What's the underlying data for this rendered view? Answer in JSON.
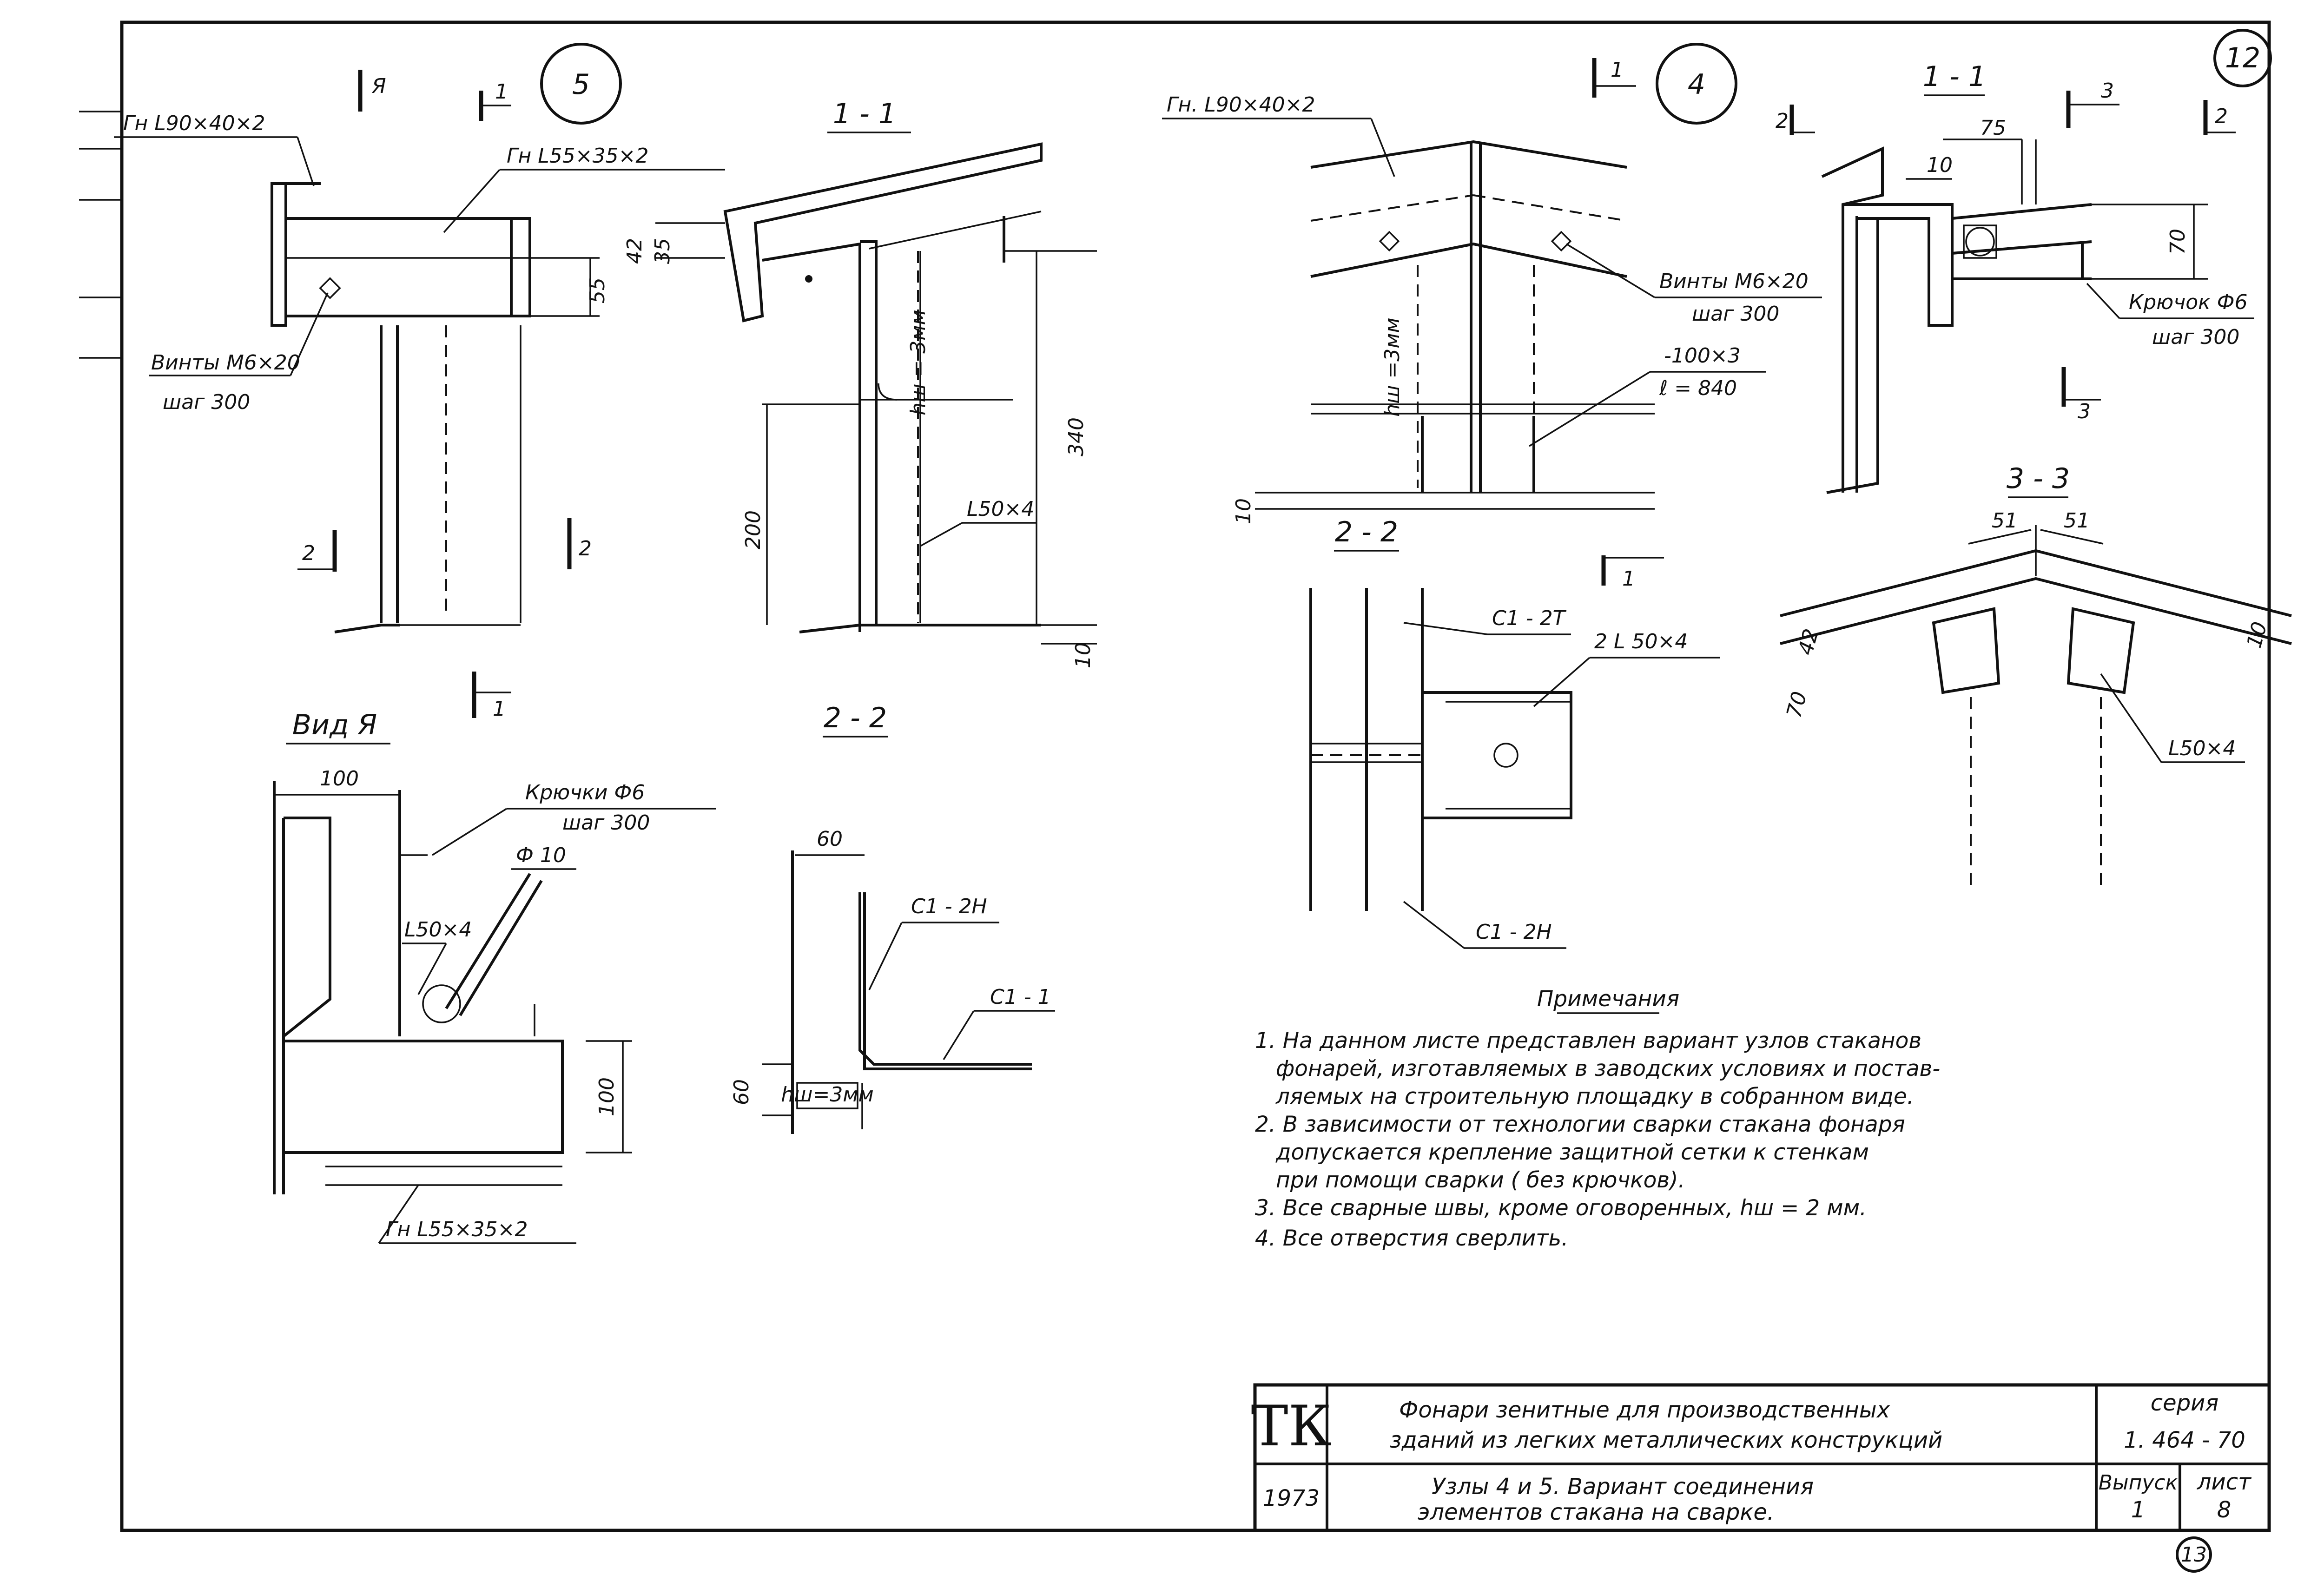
{
  "sheet_corner": "12",
  "sheet_bottom_mark": "13",
  "node5": {
    "number": "5",
    "cut_label": "1",
    "view_mark": "Я",
    "label_angle_top": "Гн L90×40×2",
    "label_angle_mid": "Гн L55×35×2",
    "label_screws": "Винты М6×20",
    "label_screws_step": "шаг 300",
    "dim_55": "55",
    "cut2_left": "2",
    "cut2_right": "2",
    "cut1_bottom": "1"
  },
  "section_1_1_left": {
    "title": "1 - 1",
    "dim_42": "42",
    "dim_35": "35",
    "dim_200": "200",
    "dim_340": "340",
    "dim_10": "10",
    "weld": "hш = 3мм",
    "angle": "L50×4"
  },
  "view_ya": {
    "title": "Вид Я",
    "dim_100_top": "100",
    "dim_100_right": "100",
    "hooks": "Крючки Ф6",
    "hooks_step": "шаг 300",
    "rod": "Ф 10",
    "angle": "L50×4",
    "bottom_angle": "Гн L55×35×2"
  },
  "section_2_2_left": {
    "title": "2 - 2",
    "dim_60_top": "60",
    "dim_60_side": "60",
    "weld_top": "С1 - 2Н",
    "weld_bottom": "С1 - 1",
    "weld_size": "hш=3мм"
  },
  "node4": {
    "number": "4",
    "cut_label": "1",
    "label_angle": "Гн. L90×40×2",
    "label_screws": "Винты М6×20",
    "label_screws_step": "шаг 300",
    "plate": "-100×3",
    "plate_len": "ℓ = 840",
    "weld": "hш =3мм",
    "dim_10": "10"
  },
  "section_1_1_right": {
    "title": "1 - 1",
    "cut_3": "3",
    "cut_2_left": "2",
    "cut_2_right": "2",
    "cut_3_bottom": "3",
    "dim_75": "75",
    "dim_10": "10",
    "dim_70": "70",
    "hook": "Крючок Ф6",
    "hook_step": "шаг 300"
  },
  "section_2_2_right": {
    "title": "2 - 2",
    "cut_1": "1",
    "weld_top": "С1 - 2Т",
    "angle": "2 L 50×4",
    "weld_bottom": "С1 - 2Н"
  },
  "section_3_3": {
    "title": "3 - 3",
    "dim_51_left": "51",
    "dim_51_right": "51",
    "dim_42": "42",
    "dim_70": "70",
    "dim_10": "10",
    "angle": "L50×4"
  },
  "notes": {
    "title": "Примечания",
    "lines": [
      "1. На данном листе представлен вариант узлов стаканов",
      "фонарей, изготавляемых в заводских условиях и постав-",
      "ляемых на строительную площадку в собранном виде.",
      "2. В зависимости от технологии сварки стакана фонаря",
      "допускается крепление защитной сетки к стенкам",
      "при помощи сварки ( без крючков).",
      "3. Все сварные швы, кроме оговоренных, hш = 2 мм.",
      "4. Все отверстия сверлить."
    ]
  },
  "title_block": {
    "logo": "ТК",
    "year": "1973",
    "title_1": "Фонари зенитные для производственных",
    "title_2": "зданий из легких металлических конструкций",
    "subtitle_1": "Узлы 4 и 5. Вариант соединения",
    "subtitle_2": "элементов стакана на сварке.",
    "series_label": "серия",
    "series_value": "1. 464 - 70",
    "issue_label": "Выпуск",
    "issue_value": "1",
    "sheet_label": "лист",
    "sheet_value": "8"
  }
}
